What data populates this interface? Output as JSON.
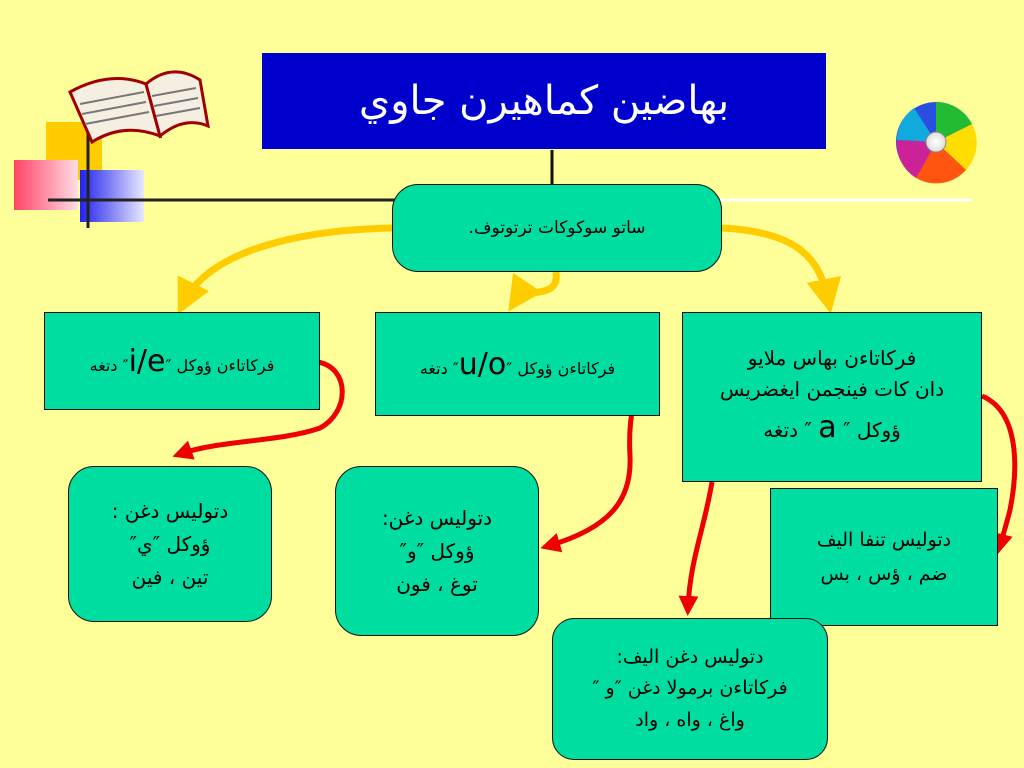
{
  "title": "بهاضين كماهيرن جاوي",
  "root_box": "ساتو سوكوكات ترتوتوف.",
  "vowel_boxes": {
    "ie": {
      "before": "فركاتاءن ؤوكل ″",
      "vowel": "i/e",
      "after": "″ دتغه"
    },
    "uo": {
      "before": "فركاتاءن ؤوكل ″",
      "vowel": "u/o",
      "after": "″ دتغه"
    },
    "a": {
      "line1": "فركاتاءن بهاس ملايو",
      "line2": "دان كات فينجمن ايغضريس",
      "line3_before": "ؤوكل ″",
      "vowel": "a",
      "line3_after": "″ دتغه"
    }
  },
  "result_boxes": {
    "ya": {
      "line1": "دتوليس دغن :",
      "line2": "ؤوكل ″ي″",
      "line3": "تين ، فين"
    },
    "wau": {
      "line1": "دتوليس دغن:",
      "line2": "ؤوكل ″و″",
      "line3": "توغ ، فون"
    },
    "no_alif": {
      "line1": "دتوليس تنفا اليف",
      "line2": "ضم ، ؤس ، بس"
    },
    "alif": {
      "line1": "دتوليس دغن اليف:",
      "line2": "فركاتاءن برمولا دغن ″و ″",
      "line3": "واغ ، واه ، واد"
    }
  },
  "colors": {
    "background": "#ffff99",
    "title_bg": "#0000cc",
    "box_fill": "#00dda0",
    "yellow_arrow": "#ffcc00",
    "red_arrow": "#ee0000"
  },
  "icons": [
    "open-book-icon",
    "cd-disc-icon",
    "decorative-squares"
  ]
}
